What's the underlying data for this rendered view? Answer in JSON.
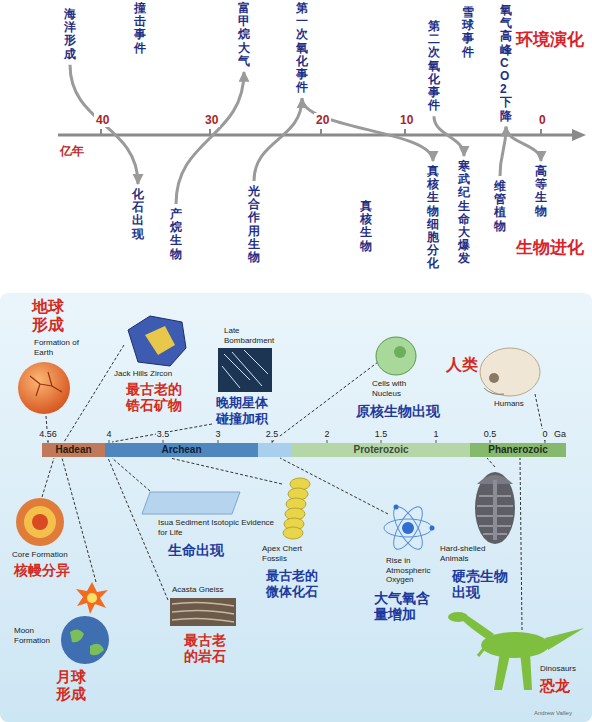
{
  "diagram": {
    "nodes": [
      {
        "text": [
          "海洋形成"
        ]
      },
      {
        "text": [
          "撞击事件"
        ]
      },
      {
        "text": [
          "富甲烷大气"
        ]
      },
      {
        "text": [
          "第一次氧化事件"
        ]
      },
      {
        "text": [
          "第二次氧化事件"
        ]
      },
      {
        "text": [
          "雪球事件"
        ]
      },
      {
        "text": [
          "氧气高峰CO2下降"
        ]
      },
      {
        "text": [
          "化石出现"
        ]
      },
      {
        "text": [
          "产烷生物"
        ]
      },
      {
        "text": [
          "光合作用生物"
        ]
      },
      {
        "text": [
          "真核生物"
        ]
      },
      {
        "text": [
          "真核生物细胞分化"
        ]
      },
      {
        "text": [
          "寒武纪生命大爆发"
        ]
      },
      {
        "text": [
          "维管植物"
        ]
      },
      {
        "text": [
          "高等生物"
        ]
      },
      {
        "text": [
          "Hadean"
        ]
      },
      {
        "text": [
          "Archean"
        ]
      },
      {
        "text": [
          "Proterozoic"
        ]
      },
      {
        "text": [
          "Phanerozoic"
        ]
      }
    ],
    "edges": [
      {
        "from": 0,
        "to": 7,
        "arrow": "to"
      },
      {
        "from": 8,
        "to": 2,
        "arrow": "to"
      },
      {
        "from": 9,
        "to": 3,
        "arrow": "to"
      },
      {
        "from": 3,
        "to": 11,
        "arrow": "to"
      },
      {
        "from": 4,
        "to": 12,
        "arrow": "to"
      },
      {
        "from": 13,
        "to": 6,
        "arrow": "to"
      },
      {
        "from": 6,
        "to": 14,
        "arrow": "to"
      }
    ],
    "labels": [
      "40",
      "30",
      "20",
      "10",
      "0",
      "亿年",
      "环境演化",
      "生物进化",
      "地球形成",
      "Formation of Earth",
      "Jack Hills Zircon",
      "最古老的锆石矿物",
      "Late Bombardment",
      "晚期星体碰撞加积",
      "Cells with Nucleus",
      "原核生物出现",
      "人类",
      "Humans",
      "4.56",
      "4",
      "3.5",
      "3",
      "2.5",
      "2",
      "1.5",
      "1",
      "0.5",
      "0",
      "Ga",
      "Core Formation",
      "核幔分异",
      "Moon Formation",
      "月球形成",
      "Isua Sediment Isotopic Evidence for Life",
      "生命出现",
      "Acasta Gneiss",
      "最古老的岩石",
      "Apex Chert Fossils",
      "最古老的微体化石",
      "Rise in Atmospheric Oxygen",
      "大气氧含量增加",
      "Hard-shelled Animals",
      "硬壳生物出现",
      "Dinosaurs",
      "恐龙",
      "Andrew Valley"
    ]
  }
}
